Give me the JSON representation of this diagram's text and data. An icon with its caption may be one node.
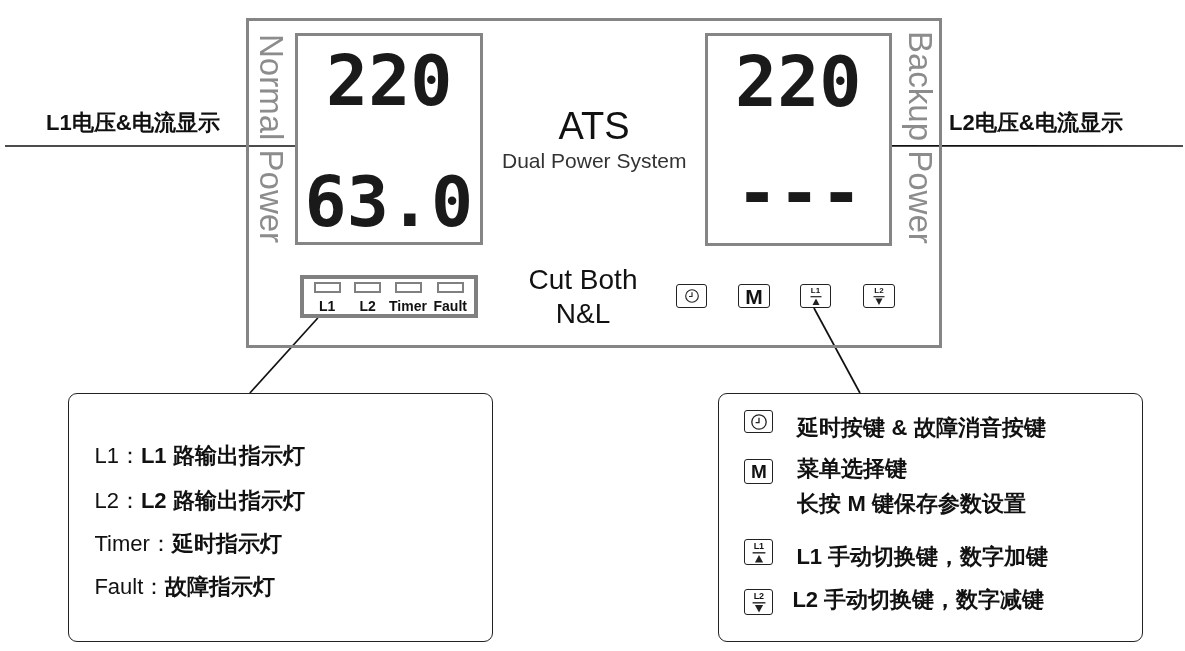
{
  "diagram": {
    "nodes": [
      {
        "text": [
          "ATS",
          "Dual Power System",
          "Cut Both N&L"
        ]
      },
      {
        "text": [
          "220",
          "63.0"
        ],
        "in": 0,
        "beside": [
          "Normal Power"
        ]
      },
      {
        "text": [
          "220",
          "---"
        ],
        "in": 0,
        "beside": [
          "Backup Power"
        ]
      },
      {
        "text": [
          "L1",
          "L2",
          "Timer",
          "Fault"
        ],
        "in": 0
      },
      {
        "text": [],
        "shape": "box",
        "in": 0
      },
      {
        "text": [
          "M"
        ],
        "in": 0
      },
      {
        "text": [
          "L1"
        ],
        "in": 0
      },
      {
        "text": [
          "L2"
        ],
        "in": 0
      },
      {
        "text": [
          "L1：**L1 路输出指示灯**",
          "L2：**L2 路输出指示灯**",
          "Timer：**延时指示灯**",
          "Fault：**故障指示灯**"
        ]
      },
      {
        "text": [
          "延时按键 & 故障消音按键",
          "菜单选择键",
          "长按 M 键保存参数设置",
          "L1 手动切换键，数字加键",
          "L2 手动切换键，数字减键"
        ]
      },
      {
        "text": [],
        "shape": "box",
        "in": 9
      },
      {
        "text": [
          "M"
        ],
        "in": 9
      },
      {
        "text": [
          "L1"
        ],
        "in": 9
      },
      {
        "text": [
          "L2"
        ],
        "in": 9
      }
    ],
    "edges": [
      {
        "from": null,
        "to": 1,
        "arrow": "none",
        "label": "L1电压&电流显示"
      },
      {
        "from": null,
        "to": 2,
        "arrow": "none",
        "label": "L2电压&电流显示"
      },
      {
        "from": 8,
        "to": 3,
        "arrow": "none"
      },
      {
        "from": 9,
        "to": 6,
        "arrow": "none"
      }
    ]
  }
}
